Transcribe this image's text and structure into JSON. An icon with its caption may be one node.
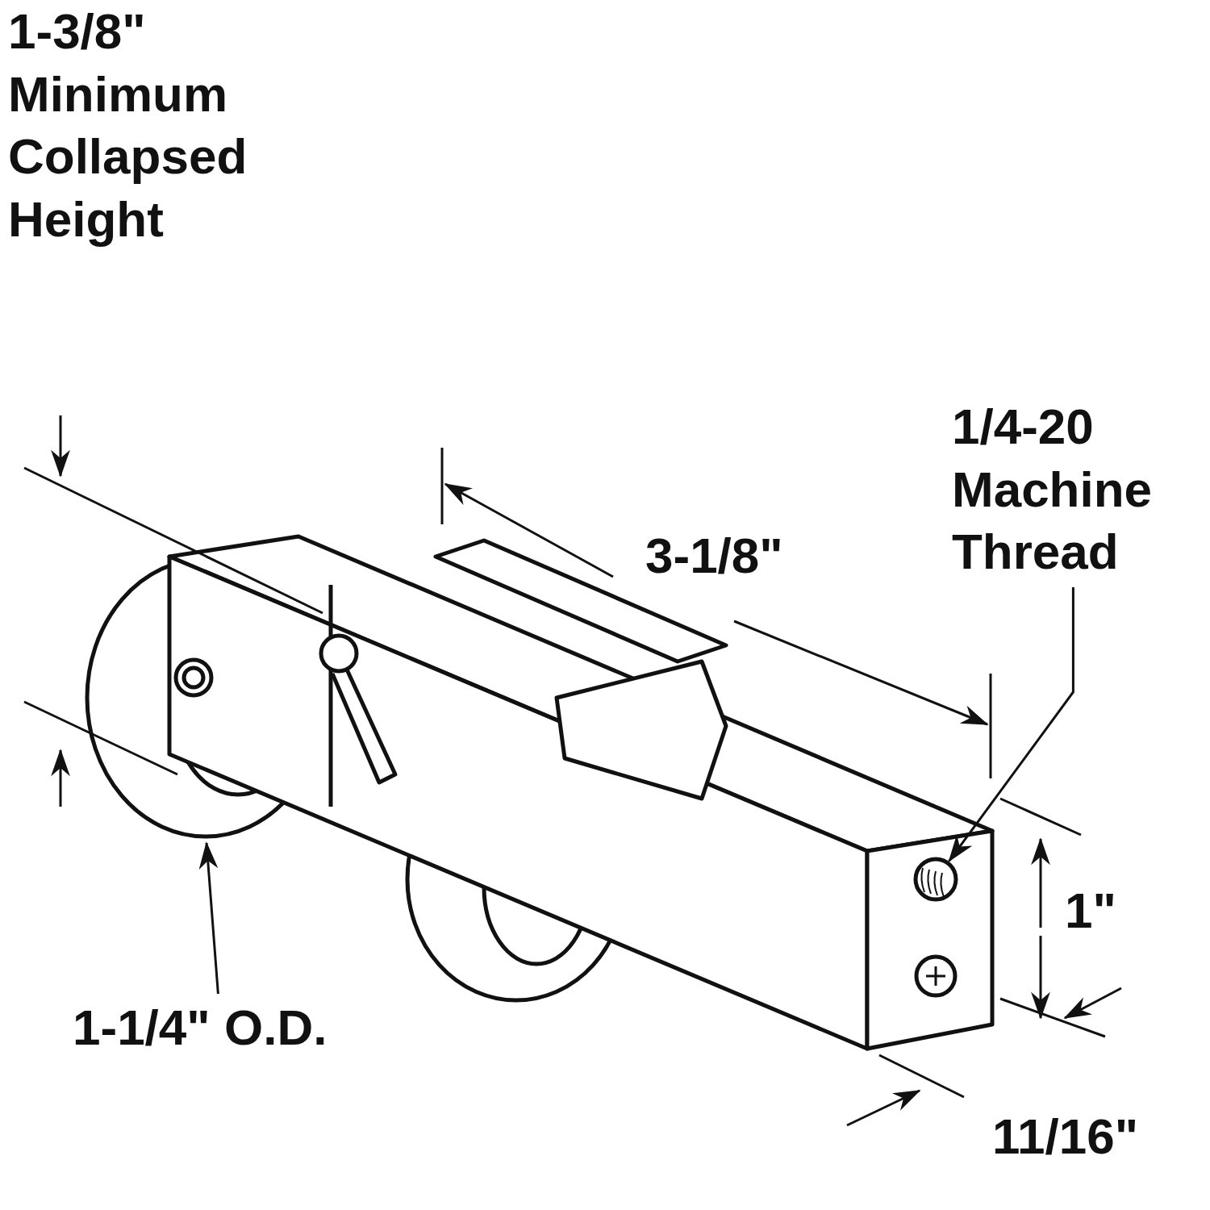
{
  "diagram": {
    "nodes": [
      {
        "text": [
          "1/4-20 Machine Thread"
        ]
      },
      {
        "text": [],
        "shape": "circle"
      },
      {
        "text": [
          "1-1/4\" O.D."
        ]
      }
    ],
    "edges": [
      {
        "from": 0,
        "to": 1,
        "arrow": "to"
      },
      {
        "from": 2,
        "to": null,
        "arrow": "to"
      }
    ],
    "labels": [
      "1-3/8\" Minimum Collapsed Height",
      "3-1/8\"",
      "1\"",
      "11/16\""
    ]
  }
}
